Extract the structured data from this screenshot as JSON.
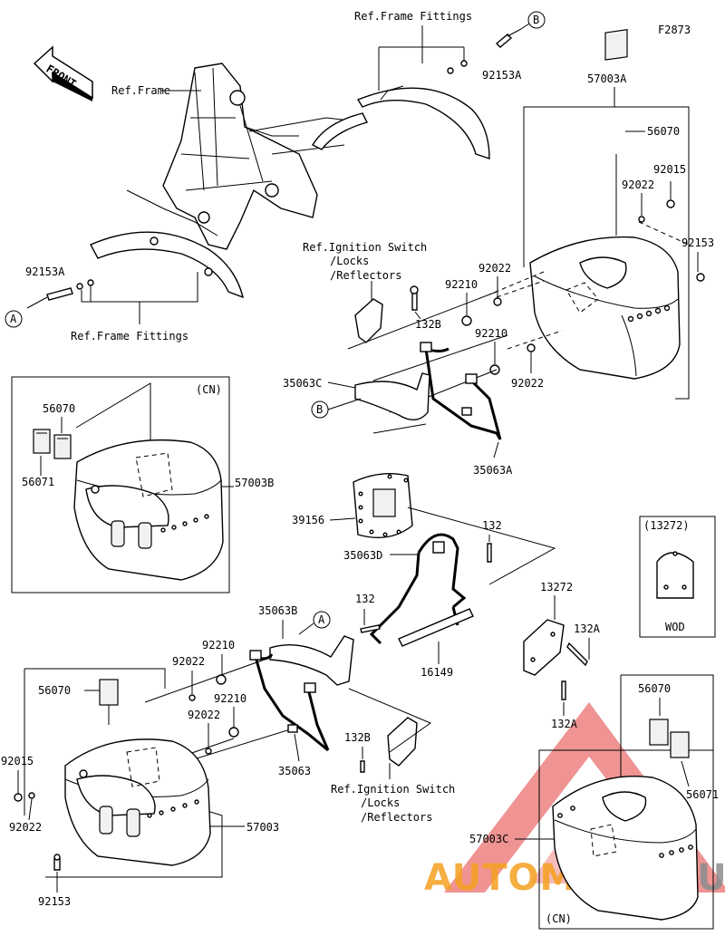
{
  "figure_code": "F2873",
  "front_label": "FRONT",
  "callouts": {
    "a": "A",
    "b": "B"
  },
  "group_labels": {
    "cn": "(CN)",
    "wod_group": "(13272)",
    "wod": "WOD"
  },
  "references": {
    "ref_frame": "Ref.Frame",
    "frame_fittings": "Ref.Frame Fittings",
    "ignition_line1": "Ref.Ignition Switch",
    "ignition_line2": "/Locks",
    "ignition_line3": "/Reflectors"
  },
  "parts": {
    "p57003A": "57003A",
    "p56070": "56070",
    "p92015": "92015",
    "p92022": "92022",
    "p92153": "92153",
    "p92153A": "92153A",
    "p92210": "92210",
    "p132B": "132B",
    "p35063C": "35063C",
    "p35063A": "35063A",
    "p56071": "56071",
    "p57003B": "57003B",
    "p39156": "39156",
    "p35063D": "35063D",
    "p132": "132",
    "p13272": "13272",
    "p132A": "132A",
    "p35063B": "35063B",
    "p16149": "16149",
    "p35063": "35063",
    "p57003": "57003",
    "p57003C": "57003C"
  },
  "watermark": {
    "part1": "AUTO",
    "part2": "MOTO",
    "part3": "HUB"
  },
  "colors": {
    "watermark_orange": "#f4a11f",
    "watermark_gray": "#8c8c8c",
    "watermark_red": "#e23a3a"
  }
}
